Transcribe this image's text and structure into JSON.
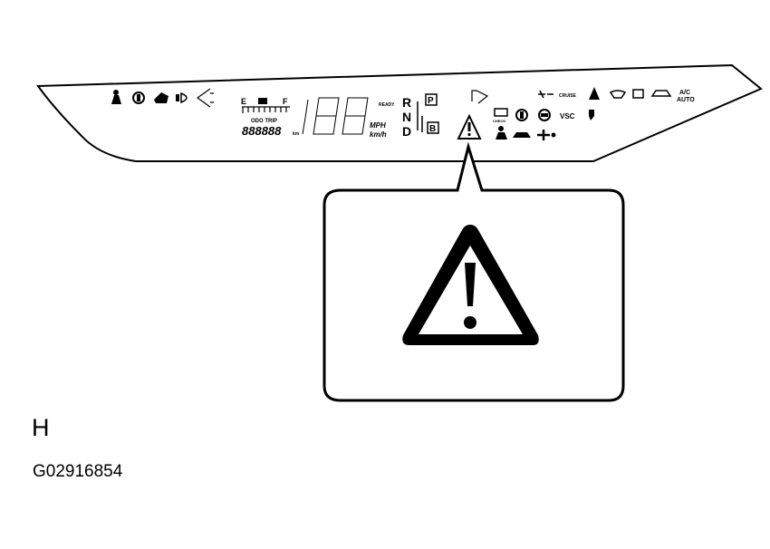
{
  "panel": {
    "fuel_empty": "E",
    "fuel_full": "F",
    "odo_trip": "ODO TRIP",
    "odometer": "888888",
    "odometer_unit": "km",
    "ready": "READY",
    "speed_unit_mph": "MPH",
    "speed_unit_kmh": "km/h",
    "gear_r": "R",
    "gear_n": "N",
    "gear_d": "D",
    "gear_p": "P",
    "gear_b": "B",
    "cruise": "CRUISE",
    "vsc": "VSC",
    "check": "CHECK",
    "ac": "A/C",
    "auto": "AUTO"
  },
  "callout": {
    "icon": "warning-triangle-icon"
  },
  "view_label": "H",
  "figure_id": "G02916854",
  "colors": {
    "line": "#000000",
    "background": "#ffffff"
  }
}
